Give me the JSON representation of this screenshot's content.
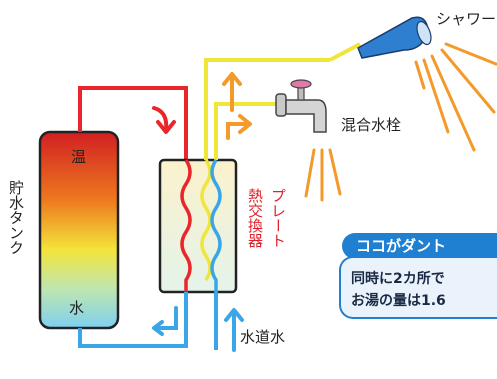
{
  "labels": {
    "storage_tank": "貯水タンク",
    "hot": "温",
    "cold": "水",
    "plate_heat_exchanger_1": "プレート",
    "plate_heat_exchanger_2": "熱交換器",
    "mixing_faucet": "混合水栓",
    "shower": "シャワー",
    "tap_water": "水道水"
  },
  "callout": {
    "title": "ココがダント",
    "line1": "同時に2カ所で",
    "line2": "お湯の量は1.6"
  },
  "colors": {
    "hot_pipe": "#e8262b",
    "warm_pipe": "#f0e63a",
    "cold_pipe": "#3aa6e6",
    "arrow_hot": "#e8262b",
    "arrow_warm": "#f39a2b",
    "arrow_cold": "#3aa6e6",
    "accent_blue": "#1f7fd1"
  }
}
